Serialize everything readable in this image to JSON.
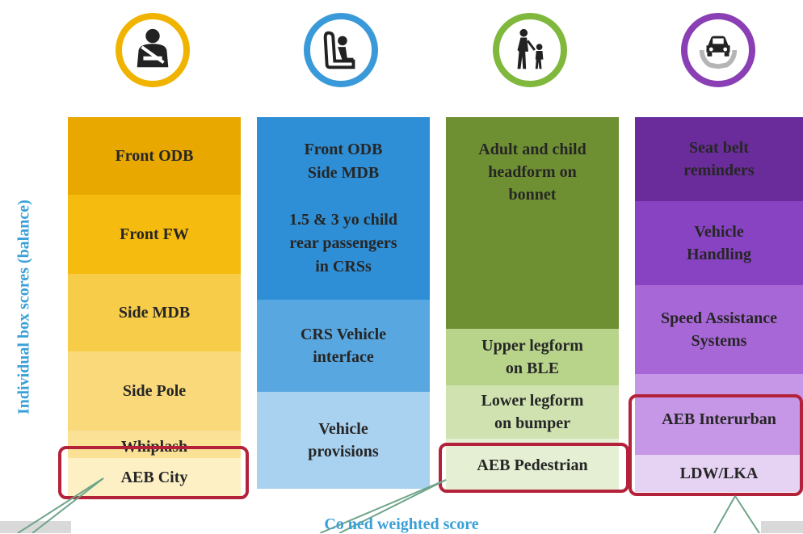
{
  "ylabel": "Individual box scores (balance)",
  "footer": "Co    ned weighted score",
  "icons": [
    {
      "name": "adult-occupant-icon",
      "color": "#f0b400"
    },
    {
      "name": "child-seat-icon",
      "color": "#3a9ad9"
    },
    {
      "name": "pedestrian-icon",
      "color": "#7fb83c"
    },
    {
      "name": "safety-assist-icon",
      "color": "#8a3fb5"
    }
  ],
  "columns": [
    {
      "name": "adult-occupant",
      "segments": [
        {
          "label": "Front ODB",
          "color": "#e8a800"
        },
        {
          "label": "Front FW",
          "color": "#f5bb0f"
        },
        {
          "label": "Side MDB",
          "color": "#f7cc48"
        },
        {
          "label": "Side Pole",
          "color": "#fad97a"
        },
        {
          "label": "Whiplash",
          "color": "#fbe196"
        },
        {
          "label": "AEB City",
          "color": "#fdf0c4"
        }
      ]
    },
    {
      "name": "child-occupant",
      "segments": [
        {
          "label": "Front ODB\nSide MDB\n\n1.5 & 3 yo child\nrear passengers\nin CRSs",
          "color": "#2f8fd6"
        },
        {
          "label": "CRS Vehicle\ninterface",
          "color": "#59a7e0"
        },
        {
          "label": "Vehicle\nprovisions",
          "color": "#a9d1f0"
        }
      ]
    },
    {
      "name": "pedestrian",
      "segments": [
        {
          "label": "Adult and child\nheadform on\nbonnet",
          "color": "#6f8f33"
        },
        {
          "label": "Upper legform\non BLE",
          "color": "#b7d48a"
        },
        {
          "label": "Lower legform\non bumper",
          "color": "#cfe2b0"
        },
        {
          "label": "AEB Pedestrian",
          "color": "#e4efd3"
        }
      ]
    },
    {
      "name": "safety-assist",
      "segments": [
        {
          "label": "Seat belt\nreminders",
          "color": "#6a2c9a"
        },
        {
          "label": "Vehicle\nHandling",
          "color": "#8843c2"
        },
        {
          "label": "Speed Assistance\nSystems",
          "color": "#a867d6"
        },
        {
          "label": "AEB Interurban",
          "color": "#c597e6"
        },
        {
          "label": "LDW/LKA",
          "color": "#e6d3f3"
        }
      ]
    }
  ]
}
